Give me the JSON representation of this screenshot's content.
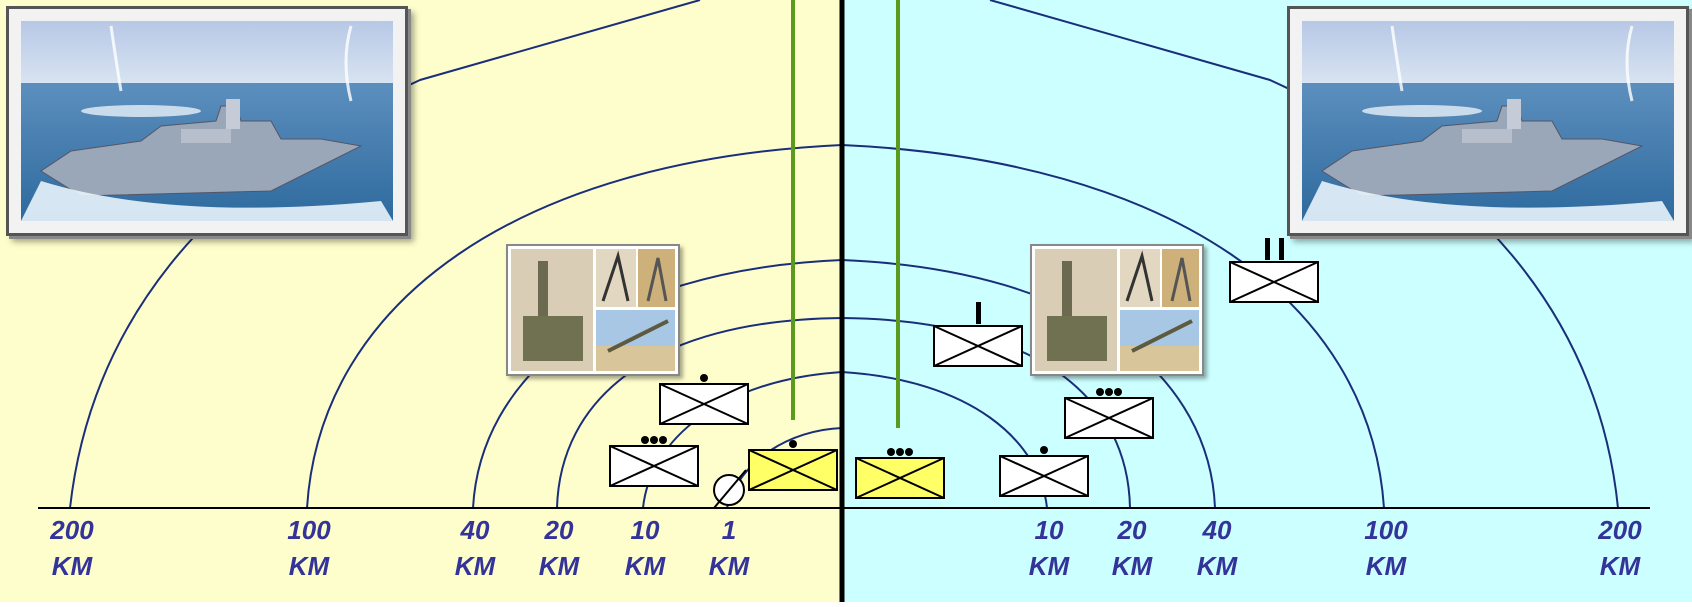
{
  "colors": {
    "left_zone": "#fefecc",
    "right_zone": "#ccffff",
    "arc": "#1a2f7a",
    "label": "#333399",
    "boundary": "#000000",
    "axis": "#000000",
    "green_line": "#5a9a1e",
    "unit_highlight": "#ffff66",
    "unit_default": "#ffffff"
  },
  "left_labels": [
    {
      "value": "200",
      "unit": "KM"
    },
    {
      "value": "100",
      "unit": "KM"
    },
    {
      "value": "40",
      "unit": "KM"
    },
    {
      "value": "20",
      "unit": "KM"
    },
    {
      "value": "10",
      "unit": "KM"
    },
    {
      "value": "1",
      "unit": "KM"
    }
  ],
  "right_labels": [
    {
      "value": "10",
      "unit": "KM"
    },
    {
      "value": "20",
      "unit": "KM"
    },
    {
      "value": "40",
      "unit": "KM"
    },
    {
      "value": "100",
      "unit": "KM"
    },
    {
      "value": "200",
      "unit": "KM"
    }
  ],
  "unit_symbols": [
    {
      "name": "left-platoon-symbol",
      "echelon": "•••",
      "fill": "white"
    },
    {
      "name": "left-squad-symbol",
      "echelon": "•",
      "fill": "white"
    },
    {
      "name": "left-section-highlight-symbol",
      "echelon": "•",
      "fill": "yellow"
    },
    {
      "name": "right-platoon-highlight-symbol",
      "echelon": "•••",
      "fill": "yellow"
    },
    {
      "name": "right-section-symbol",
      "echelon": "•",
      "fill": "white"
    },
    {
      "name": "right-platoon-symbol",
      "echelon": "•••",
      "fill": "white"
    },
    {
      "name": "right-company-symbol",
      "echelon": "I",
      "fill": "white"
    },
    {
      "name": "right-battalion-symbol",
      "echelon": "II",
      "fill": "white"
    }
  ],
  "icons": [
    "ship-image-icon",
    "artillery-image-icon",
    "null-circle-icon"
  ]
}
